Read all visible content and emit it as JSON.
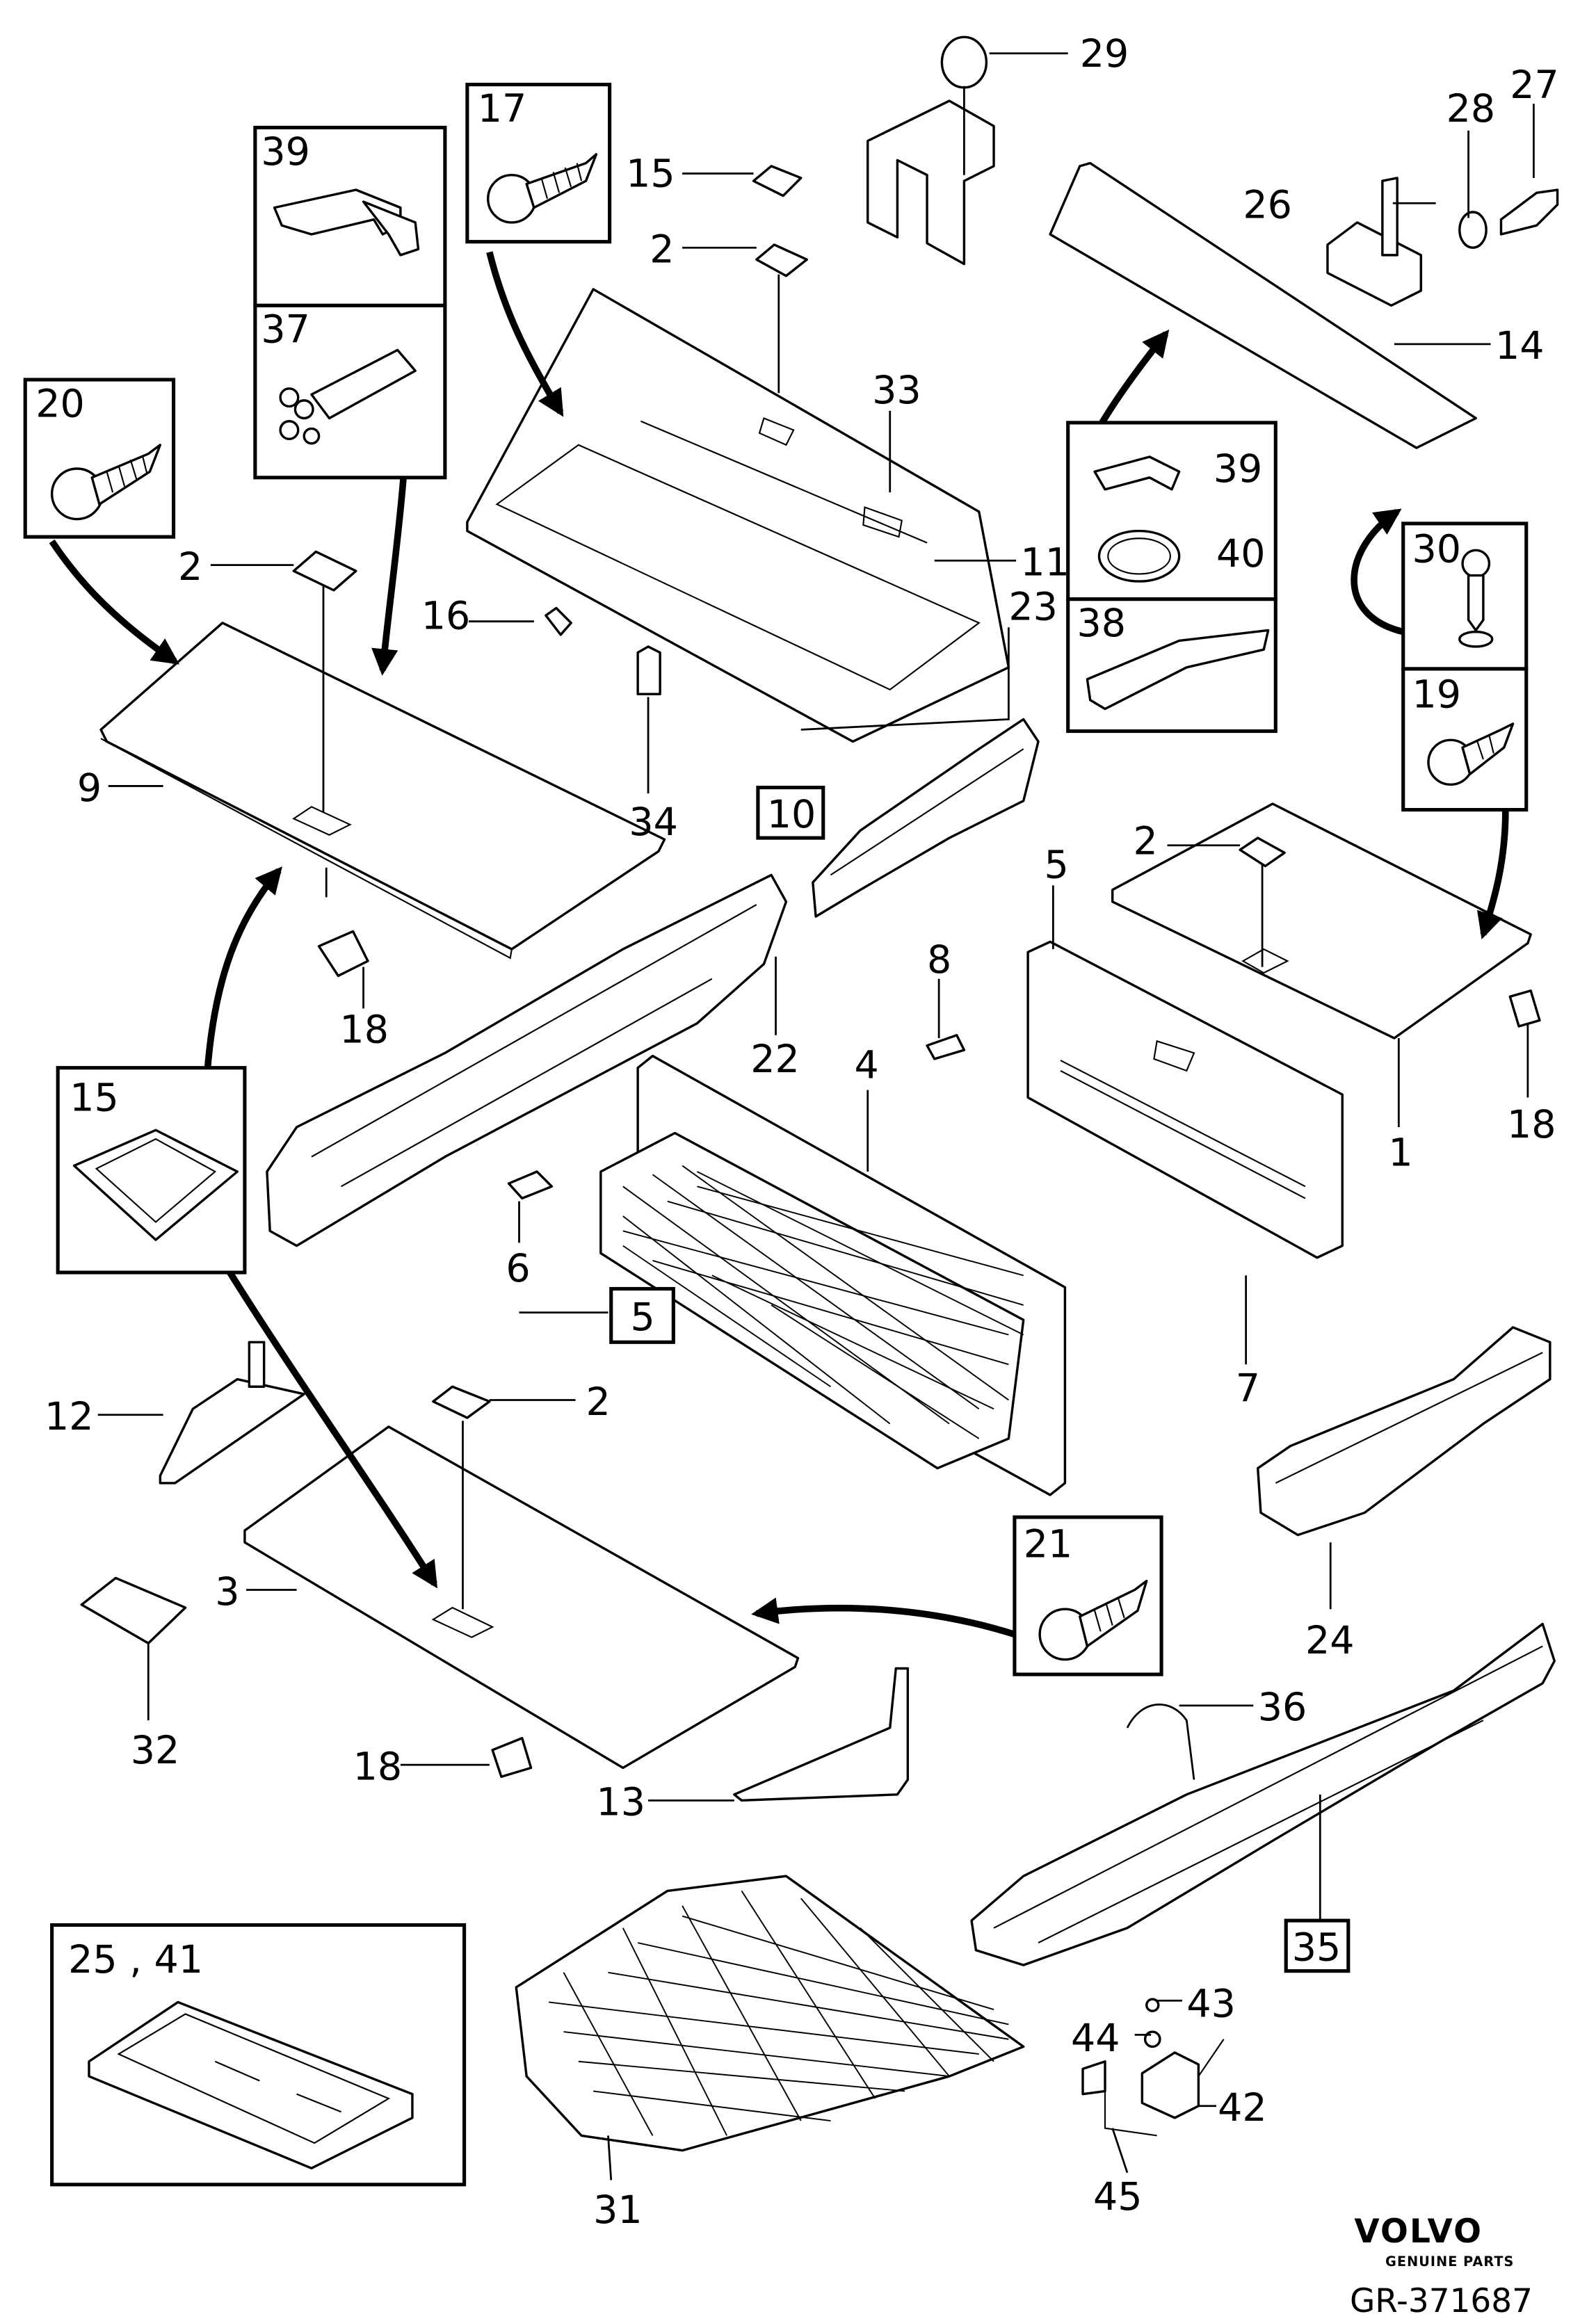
{
  "callouts": {
    "l1": "1",
    "l2a": "2",
    "l2b": "2",
    "l2c": "2",
    "l2d": "2",
    "l3": "3",
    "l4": "4",
    "l5": "5",
    "l5box": "5",
    "l6": "6",
    "l7": "7",
    "l8": "8",
    "l9": "9",
    "l10": "10",
    "l11": "11",
    "l12": "12",
    "l13": "13",
    "l14": "14",
    "l15a": "15",
    "l15box": "15",
    "l16": "16",
    "l17": "17",
    "l18a": "18",
    "l18b": "18",
    "l18c": "18",
    "l19": "19",
    "l20": "20",
    "l21": "21",
    "l22": "22",
    "l23": "23",
    "l24": "24",
    "l25_41": "25 , 41",
    "l26": "26",
    "l27": "27",
    "l28": "28",
    "l29": "29",
    "l30": "30",
    "l31": "31",
    "l32": "32",
    "l33": "33",
    "l34": "34",
    "l35": "35",
    "l36": "36",
    "l37": "37",
    "l38": "38",
    "l39a": "39",
    "l39b": "39",
    "l40": "40",
    "l42": "42",
    "l43": "43",
    "l44": "44",
    "l45": "45"
  },
  "brand": {
    "name": "VOLVO",
    "tagline": "GENUINE PARTS",
    "ref": "GR-371687"
  }
}
